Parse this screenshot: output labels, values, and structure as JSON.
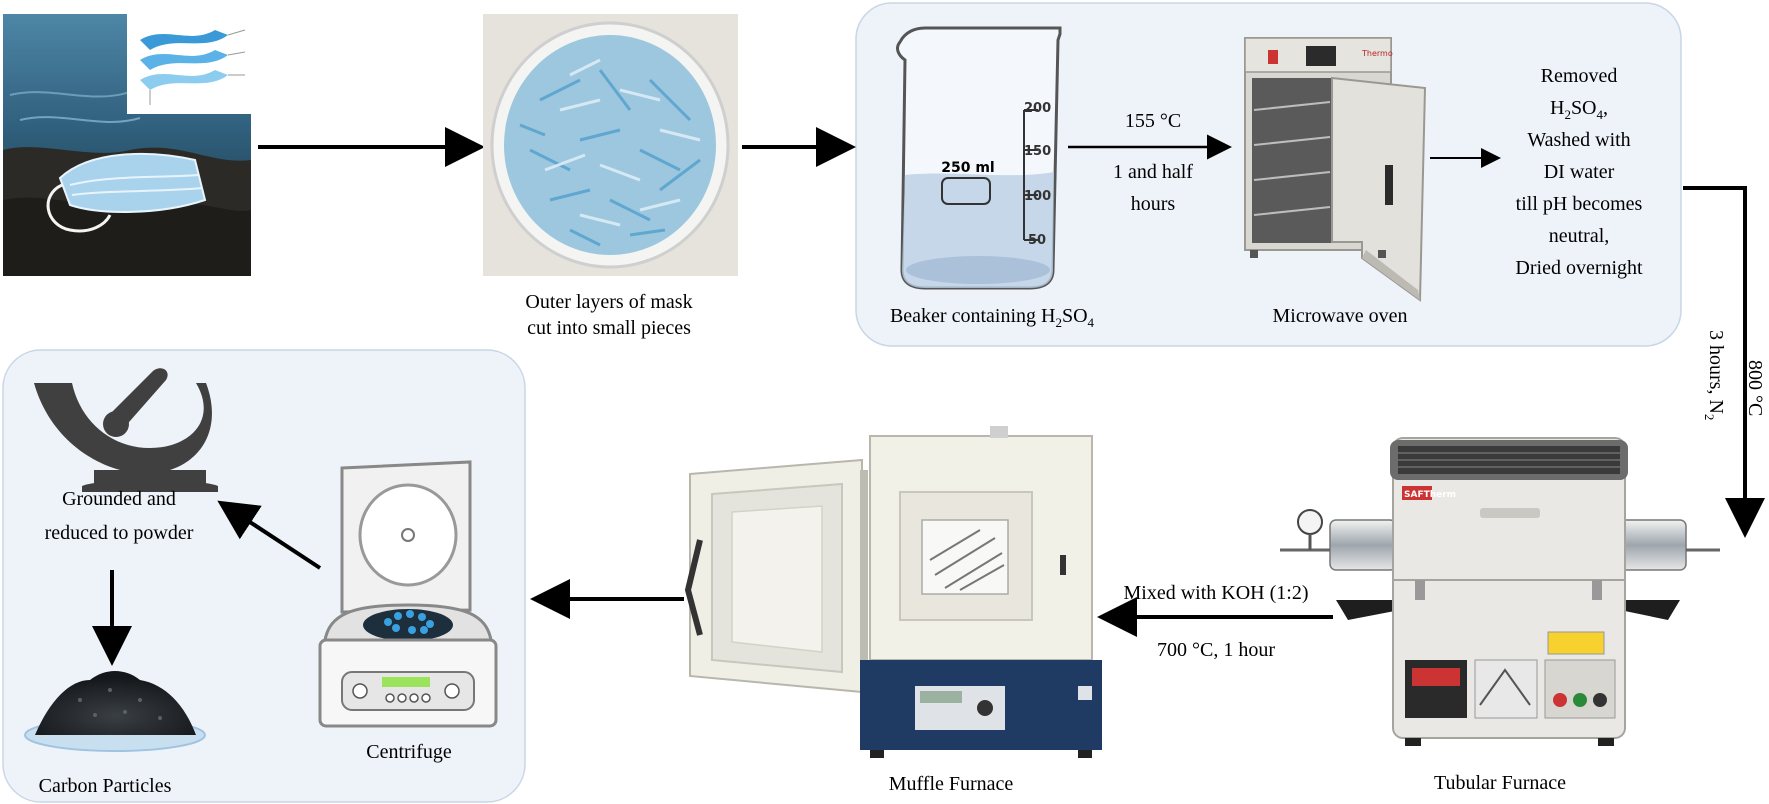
{
  "labels": {
    "mask_pieces_line1": "Outer layers of mask",
    "mask_pieces_line2": "cut into small pieces",
    "beaker_prefix": "Beaker containing H",
    "beaker_sub1": "2",
    "beaker_mid": "SO",
    "beaker_sub2": "4",
    "beaker_volume": "250 ml",
    "beaker_tick_200": "200",
    "beaker_tick_150": "150",
    "beaker_tick_100": "100",
    "beaker_tick_50": "50",
    "microwave": "Microwave oven",
    "microwave_brand": "Thermo",
    "microwave_temp": "155 °C",
    "microwave_time_line1": "1 and half",
    "microwave_time_line2": "hours",
    "post_line1": "Removed",
    "post_line2_prefix": "H",
    "post_line2_sub1": "2",
    "post_line2_mid": "SO",
    "post_line2_sub2": "4",
    "post_line2_suffix": ",",
    "post_line3": "Washed with",
    "post_line4": "DI water",
    "post_line5": "till  pH becomes",
    "post_line6": "neutral,",
    "post_line7": "Dried overnight",
    "carbonize_temp": "800 °C",
    "carbonize_time_prefix": "3 hours,  N",
    "carbonize_time_sub": "2",
    "tubular_furnace": "Tubular  Furnace",
    "tubular_brand": "SAFTherm",
    "activation_line1": "Mixed  with  KOH (1:2)",
    "activation_line2": "700 °C, 1 hour",
    "muffle_furnace": "Muffle  Furnace",
    "centrifuge": "Centrifuge",
    "grind_line1": "Grounded and",
    "grind_line2": "reduced to powder",
    "carbon_particles": "Carbon Particles"
  },
  "colors": {
    "panel_fill": "#eef3fa",
    "panel_stroke": "#c9d6e6",
    "arrow": "#000000",
    "mask_blue": "#6fb8e0",
    "furnace_navy": "#1f3b63"
  }
}
